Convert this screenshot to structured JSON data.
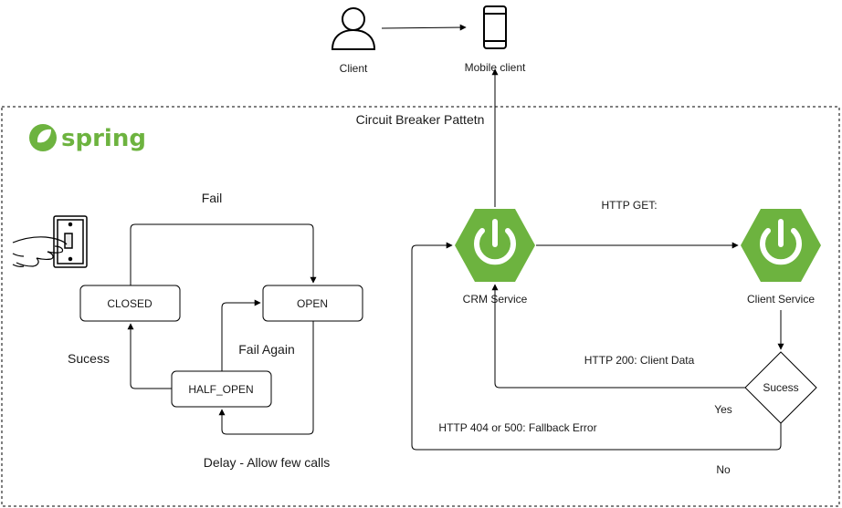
{
  "top": {
    "client_label": "Client",
    "mobile_label": "Mobile client"
  },
  "frame": {
    "title": "Circuit Breaker Pattetn",
    "logo_text": "spring"
  },
  "state_machine": {
    "closed": "CLOSED",
    "open": "OPEN",
    "half_open": "HALF_OPEN",
    "fail": "Fail",
    "fail_again": "Fail Again",
    "sucess": "Sucess",
    "delay": "Delay - Allow few calls"
  },
  "services": {
    "crm": "CRM Service",
    "client": "Client Service",
    "http_get": "HTTP GET:",
    "http_200": "HTTP 200: Client Data",
    "http_fallback": "HTTP 404 or 500: Fallback Error",
    "decision": "Sucess",
    "yes": "Yes",
    "no": "No"
  },
  "colors": {
    "spring_green": "#6db33f",
    "stroke": "#000000"
  }
}
